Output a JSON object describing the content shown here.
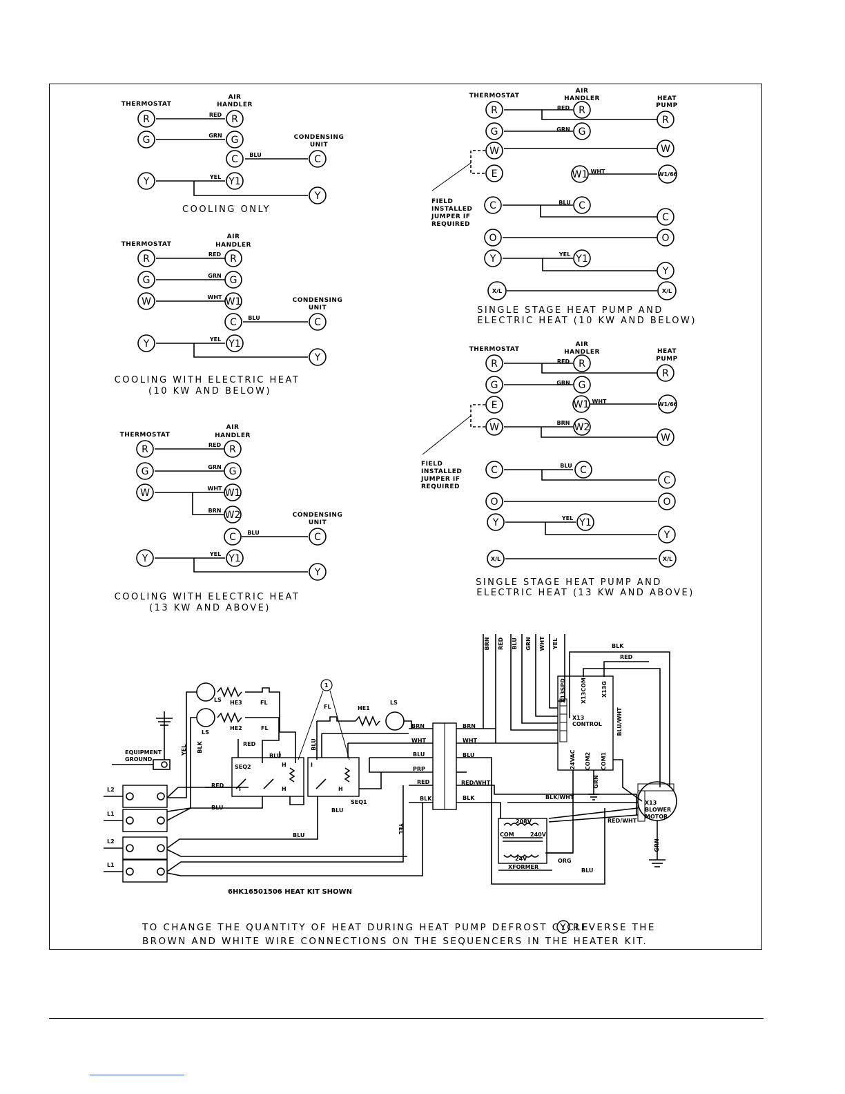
{
  "labels": {
    "thermostat": "THERMOSTAT",
    "air": "AIR",
    "handler": "HANDLER",
    "condensing": "CONDENSING",
    "unit": "UNIT",
    "heat": "HEAT",
    "pump": "PUMP",
    "field": [
      "FIELD",
      "INSTALLED",
      "JUMPER IF",
      "REQUIRED"
    ]
  },
  "terminals": {
    "R": "R",
    "G": "G",
    "C": "C",
    "Y": "Y",
    "W": "W",
    "E": "E",
    "O": "O",
    "Y1": "Y1",
    "W1": "W1",
    "W2": "W2",
    "XL": "X/L",
    "W166": "W1/66"
  },
  "wire_colors": {
    "red": "RED",
    "grn": "GRN",
    "blu": "BLU",
    "yel": "YEL",
    "wht": "WHT",
    "brn": "BRN",
    "blk": "BLK",
    "prp": "PRP",
    "org": "ORG",
    "red_wht": "RED/WHT",
    "blk_wht": "BLK/WHT",
    "blu_wht": "BLU/WHT"
  },
  "captions": {
    "cooling_only": "COOLING ONLY",
    "cool_10_l1": "COOLING WITH ELECTRIC HEAT",
    "cool_10_l2": "(10 KW AND BELOW)",
    "cool_13_l1": "COOLING WITH ELECTRIC HEAT",
    "cool_13_l2": "(13 KW AND ABOVE)",
    "hp_10_l1": "SINGLE STAGE HEAT PUMP AND",
    "hp_10_l2": "ELECTRIC HEAT (10 KW AND BELOW)",
    "hp_13_l1": "SINGLE STAGE HEAT PUMP AND",
    "hp_13_l2": "ELECTRIC HEAT (13 KW AND ABOVE)"
  },
  "schematic": {
    "ls": "LS",
    "he3": "HE3",
    "he2": "HE2",
    "he1": "HE1",
    "fl": "FL",
    "seq1": "SEQ1",
    "seq2": "SEQ2",
    "equipment": "EQUIPMENT",
    "ground": "GROUND",
    "l1": "L1",
    "l2": "L2",
    "x13_control_1": "X13",
    "x13_control_2": "CONTROL",
    "x13_spd": "X13SPD",
    "x13_com": "X13COM",
    "x13_g": "X13G",
    "v24": "24VAC",
    "com1": "COM1",
    "com2": "COM2",
    "motor_1": "X13",
    "motor_2": "BLOWER",
    "motor_3": "MOTOR",
    "v208": "208V",
    "v240": "240V",
    "v24x": "24V",
    "xformer": "XFORMER",
    "com": "COM",
    "kit_shown": "6HK16501506 HEAT KIT SHOWN",
    "marker": "1",
    "h": "H",
    "i": "I"
  },
  "note": {
    "line1a": "TO CHANGE THE QUANTITY OF HEAT DURING HEAT PUMP DEFROST CYCLE",
    "line1b": "REVERSE THE",
    "line2": "BROWN AND WHITE WIRE CONNECTIONS ON THE SEQUENCERS IN THE HEATER KIT."
  }
}
